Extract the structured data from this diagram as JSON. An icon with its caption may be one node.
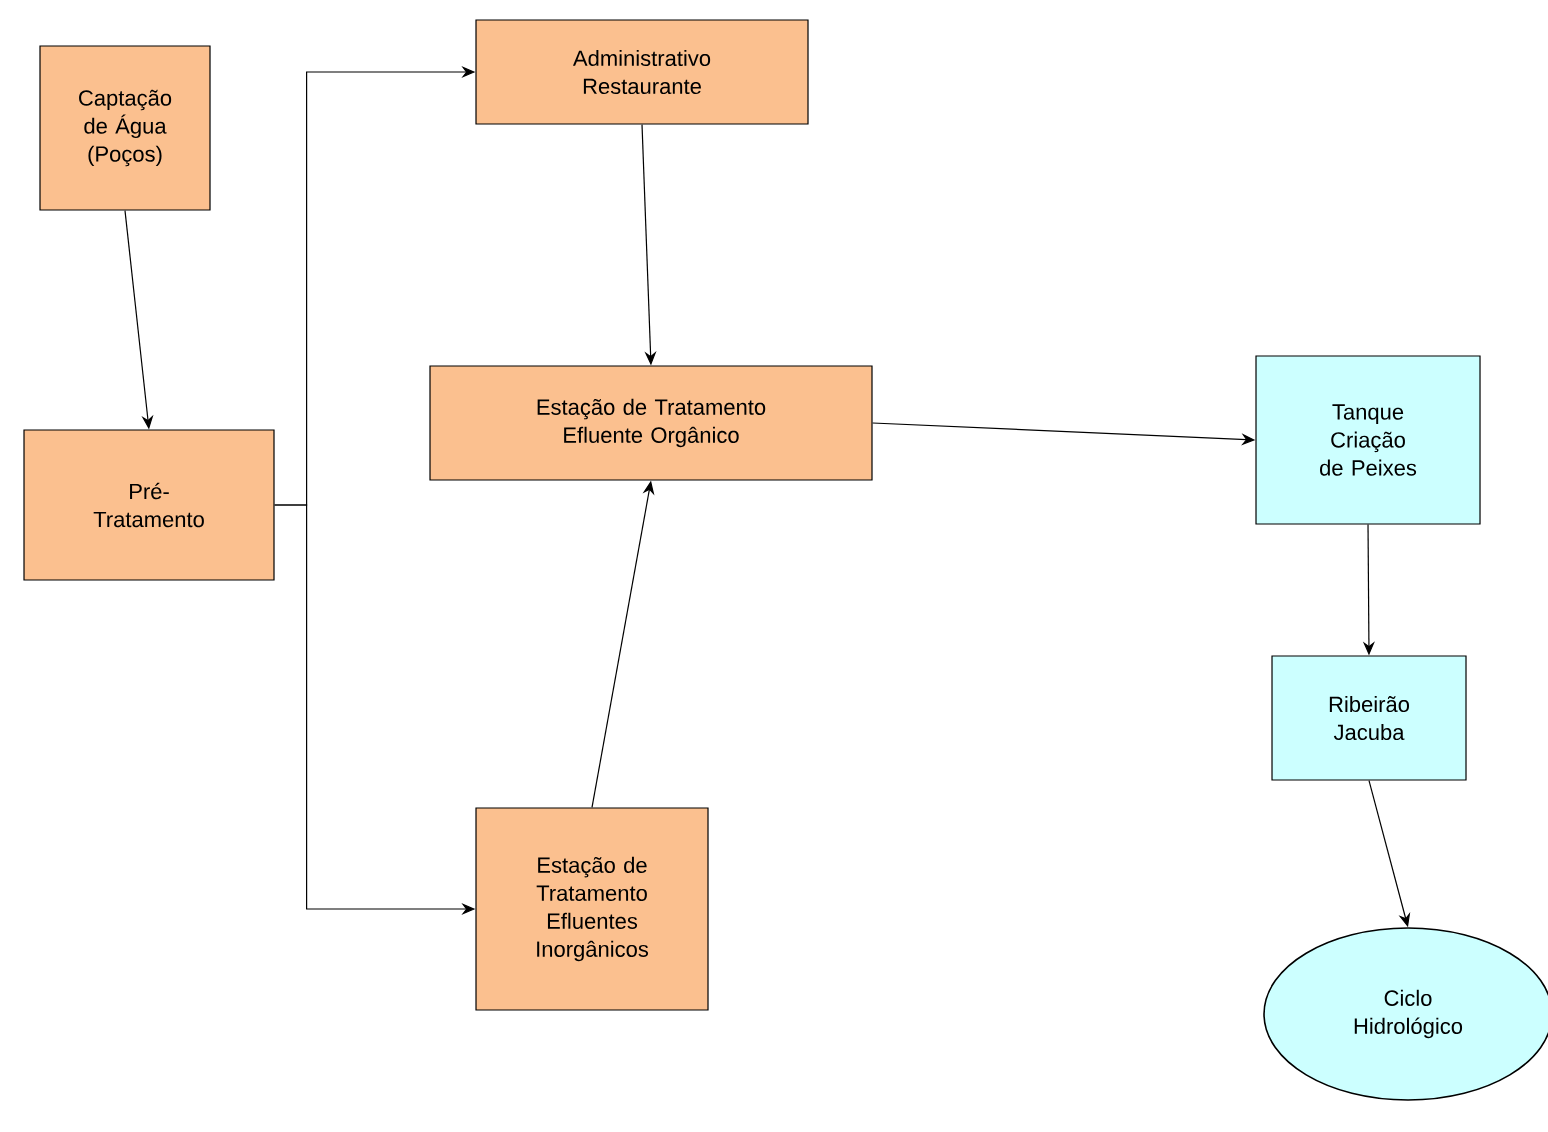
{
  "diagram": {
    "nodes": [
      {
        "text": [
          "Captação de Água (Poços)"
        ]
      },
      {
        "text": [
          "Pré- Tratamento"
        ]
      },
      {
        "text": [
          "Administrativo Restaurante"
        ]
      },
      {
        "text": [
          "Estação de Tratamento Efluente Orgânico"
        ]
      },
      {
        "text": [
          "Estação de Tratamento Efluentes Inorgânicos"
        ]
      },
      {
        "text": [
          "Tanque Criação de Peixes"
        ]
      },
      {
        "text": [
          "Ribeirão Jacuba"
        ]
      },
      {
        "text": [
          "Ciclo Hidrológico"
        ]
      }
    ],
    "edges": [
      {
        "from": 0,
        "to": 1,
        "arrow": "to"
      },
      {
        "from": 1,
        "to": 2,
        "arrow": "to"
      },
      {
        "from": 1,
        "to": 4,
        "arrow": "to"
      },
      {
        "from": 2,
        "to": 3,
        "arrow": "to"
      },
      {
        "from": 4,
        "to": 3,
        "arrow": "to"
      },
      {
        "from": 3,
        "to": 5,
        "arrow": "to"
      },
      {
        "from": 5,
        "to": 6,
        "arrow": "to"
      },
      {
        "from": 6,
        "to": 7,
        "arrow": "to"
      }
    ]
  }
}
